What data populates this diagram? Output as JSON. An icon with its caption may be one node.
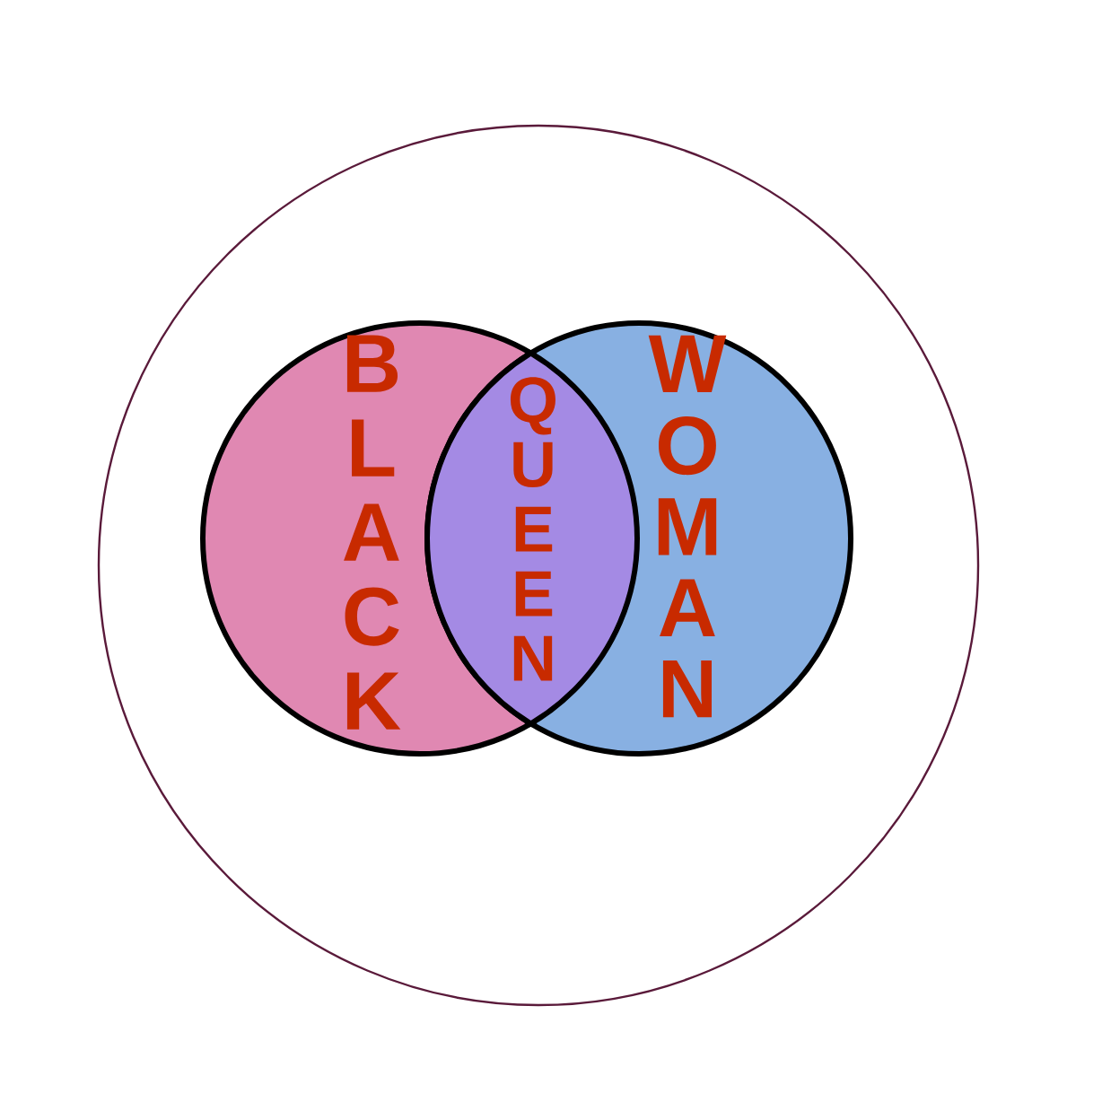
{
  "diagram": {
    "nodes": [
      {
        "text": [
          "BLACK"
        ]
      },
      {
        "text": [
          "WOMAN"
        ]
      }
    ],
    "labels": [
      "QUEEN"
    ]
  }
}
